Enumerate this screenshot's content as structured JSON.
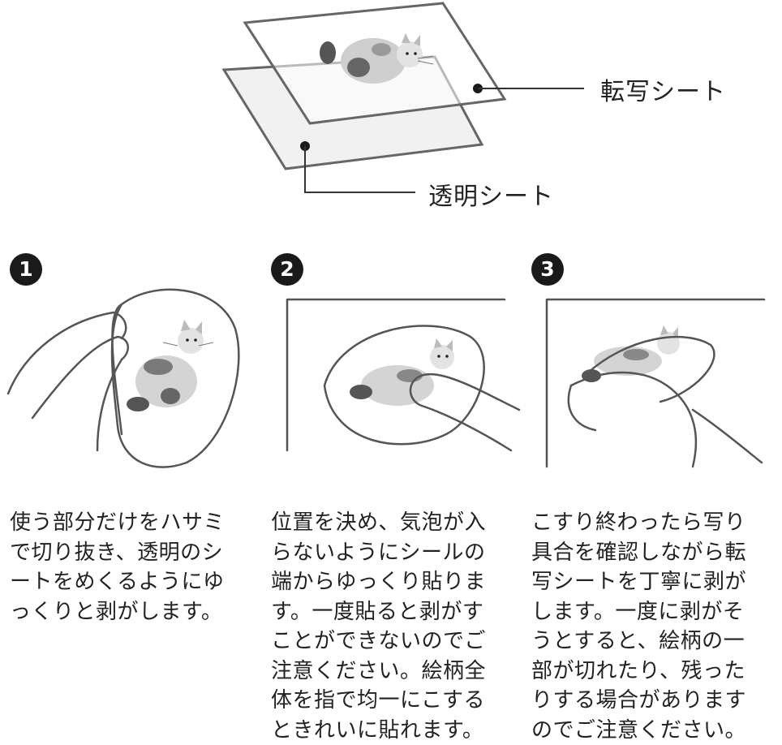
{
  "diagram": {
    "label_transfer": "転写シート",
    "label_clear": "透明シート"
  },
  "steps": [
    {
      "number": "1",
      "lines": [
        "使う部分だけをハサミ",
        "で切り抜き、透明のシ",
        "ートをめくるようにゆ",
        "っくりと剥がします。"
      ]
    },
    {
      "number": "2",
      "lines": [
        "位置を決め、気泡が入",
        "らないようにシールの",
        "端からゆっくり貼りま",
        "す。一度貼ると剥がす",
        "ことができないのでご",
        "注意ください。絵柄全",
        "体を指で均一にこする",
        "ときれいに貼れます。"
      ]
    },
    {
      "number": "3",
      "lines": [
        "こすり終わったら写り",
        "具合を確認しながら転",
        "写シートを丁寧に剥が",
        "します。一度に剥がそ",
        "うとすると、絵柄の一",
        "部が切れたり、残った",
        "りする場合があります",
        "のでご注意ください。"
      ]
    }
  ]
}
